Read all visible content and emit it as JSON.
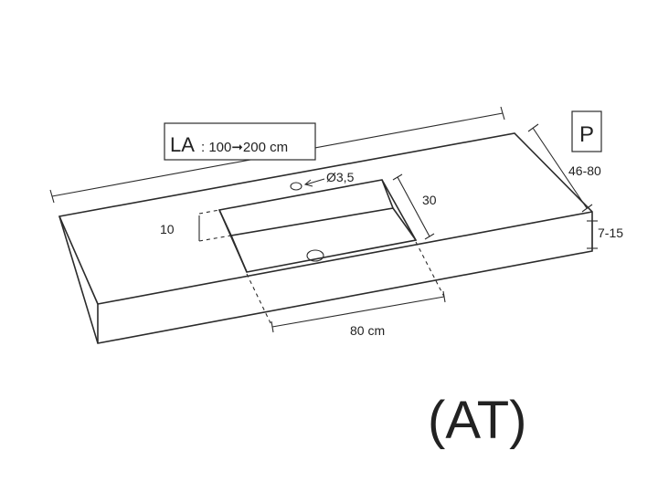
{
  "labels": {
    "width_prefix": "LA",
    "width_range": ": 100➞200 cm",
    "depth_badge": "P",
    "depth_range": "46-80",
    "thickness_range": "7-15",
    "drain_diameter": "Ø3,5",
    "basin_height": "10",
    "basin_depth": "30",
    "basin_width": "80 cm",
    "model_code": "(AT)"
  },
  "colors": {
    "line": "#2b2b2b",
    "text": "#222222",
    "background": "#ffffff"
  },
  "icons": {
    "drain_arrow": "arrow-left-icon"
  }
}
